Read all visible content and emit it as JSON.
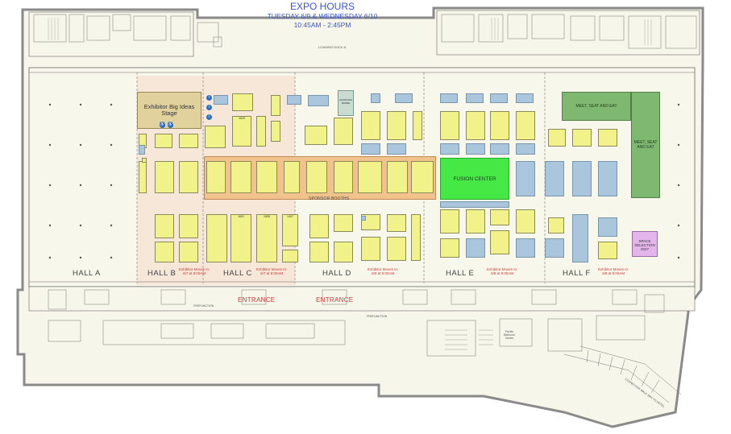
{
  "header": {
    "title": "EXPO HOURS",
    "dates": "TUESDAY 6/9 & WEDNESDAY 6/10",
    "time": "10:45AM - 2:45PM"
  },
  "labels": {
    "loading_dock": "LOADING DOCK A",
    "prefunction_left": "PREFUNCTION",
    "prefunction_right": "PREFUNCTION",
    "sponsor_booths": "SPONSOR BOOTHS",
    "fusion_center": "FUSION CENTER",
    "stage": "Exhibitor Big Ideas Stage",
    "meet_seat_eat_1": "MEET, SEAT AND EAT",
    "meet_seat_eat_2": "MEET, SEAT AND EAT",
    "space_selection": "SPACE SELECTION 2027",
    "charging": "CHARGING BARRE",
    "pacific_ballroom": "Pacific Ballroom Center",
    "connector": "CONNECTOR WALK WAY TO HOTEL"
  },
  "halls": [
    "HALL A",
    "HALL B",
    "HALL C",
    "HALL D",
    "HALL E",
    "HALL F"
  ],
  "entrances": [
    "ENTRANCE",
    "ENTRANCE"
  ],
  "move_in": [
    {
      "line1": "Exhibitor Moves In:",
      "line2": "6/7 at 8:00AM"
    },
    {
      "line1": "Exhibitor Moves In:",
      "line2": "6/7 at 8:00AM"
    },
    {
      "line1": "Exhibitor Moves In:",
      "line2": "6/8 at 8:00AM"
    },
    {
      "line1": "Exhibitor Moves In:",
      "line2": "6/8 at 8:00AM"
    },
    {
      "line1": "Exhibitor Moves In:",
      "line2": "6/8 at 8:00AM"
    }
  ],
  "booth_numbers": [
    "1629",
    "1601",
    "1505",
    "1407"
  ],
  "colors": {
    "booth": "#f2f28a",
    "booth_blue": "#a9c6dd",
    "fusion": "#46e846",
    "meet": "#7fb870",
    "stage": "#e1d19c",
    "sponsor": "#f2c28c",
    "space": "#e3b5ea",
    "header": "#3a56c8",
    "entrance": "#d03535",
    "floor": "#f7f6ea",
    "walls": "#8a8a8a"
  }
}
